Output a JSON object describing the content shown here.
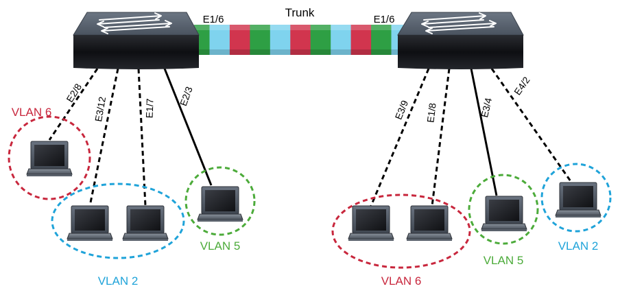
{
  "trunk": {
    "label": "Trunk",
    "left_port": "E1/6",
    "right_port": "E1/6",
    "stripe_colors": [
      "#2e9f44",
      "#7fd3ee",
      "#d1354e",
      "#2e9f44",
      "#7fd3ee",
      "#d1354e",
      "#2e9f44",
      "#7fd3ee",
      "#d1354e",
      "#2e9f44",
      "#7fd3ee"
    ]
  },
  "links": {
    "left": [
      "E2/8",
      "E3/12",
      "E1/7",
      "E2/3"
    ],
    "right": [
      "E3/9",
      "E1/8",
      "E3/4",
      "E4/2"
    ]
  },
  "vlans": {
    "left_vlan6": "VLAN 6",
    "left_vlan2": "VLAN 2",
    "left_vlan5": "VLAN 5",
    "right_vlan6": "VLAN 6",
    "right_vlan5": "VLAN 5",
    "right_vlan2": "VLAN 2"
  },
  "colors": {
    "vlan6": "#c8273d",
    "vlan2": "#1fa3d9",
    "vlan5": "#4cab3a",
    "switch_top": "#5b6573",
    "switch_front": "#141518"
  }
}
